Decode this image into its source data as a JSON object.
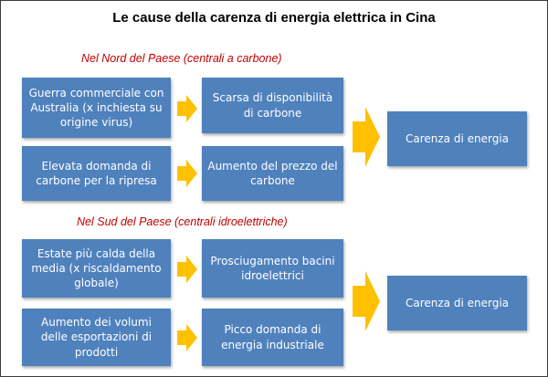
{
  "title": "Le cause della carenza di energia elettrica in Cina",
  "north": {
    "label": "Nel Nord del Paese (centrali a carbone)",
    "cause_1": "Guerra commerciale con Australia (x inchiesta su origine virus)",
    "cause_2": "Elevata domanda di carbone per la ripresa",
    "effect_1": "Scarsa di disponibilità di carbone",
    "effect_2": "Aumento del prezzo del carbone",
    "result": "Carenza di energia"
  },
  "south": {
    "label": "Nel Sud del Paese (centrali idroelettriche)",
    "cause_1": "Estate più calda della media (x riscaldamento globale)",
    "cause_2": "Aumento dei volumi delle esportazioni di prodotti",
    "effect_1": "Prosciugamento bacini idroelettrici",
    "effect_2": "Picco domanda di energia industriale",
    "result": "Carenza di energia"
  },
  "colors": {
    "box": "#4f81bd",
    "arrow": "#ffc000",
    "section_label": "#c00000"
  }
}
